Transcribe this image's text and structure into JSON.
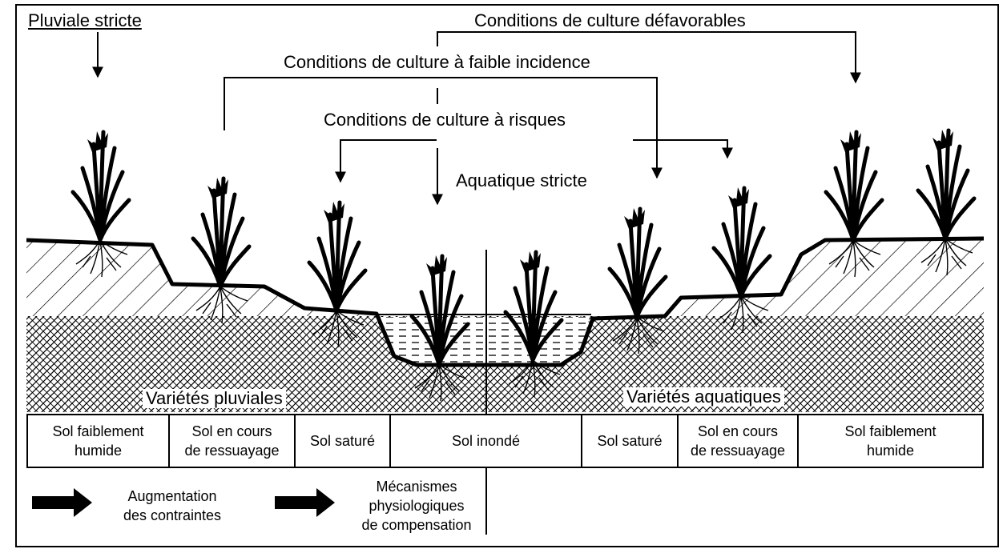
{
  "title_labels": {
    "pluviale": "Pluviale stricte",
    "defavorables": "Conditions de culture défavorables",
    "faible_incidence": "Conditions de culture à faible incidence",
    "risques": "Conditions de culture à risques",
    "aquatique": "Aquatique stricte"
  },
  "zones": {
    "pluviales": "Variétés pluviales",
    "aquatiques": "Variétés aquatiques"
  },
  "soil_cells": [
    {
      "label": "Sol faiblement\nhumide"
    },
    {
      "label": "Sol en cours\nde ressuayage"
    },
    {
      "label": "Sol saturé"
    },
    {
      "label": "Sol inondé"
    },
    {
      "label": "Sol saturé"
    },
    {
      "label": "Sol en cours\nde ressuayage"
    },
    {
      "label": "Sol faiblement\nhumide"
    }
  ],
  "legend": {
    "contraintes": "Augmentation\ndes contraintes",
    "compensation": "Mécanismes\nphysiologiques\nde compensation"
  },
  "colors": {
    "ink": "#000000",
    "paper": "#ffffff"
  },
  "icons": [
    "arrow-down",
    "plant",
    "thick-arrow-right"
  ]
}
